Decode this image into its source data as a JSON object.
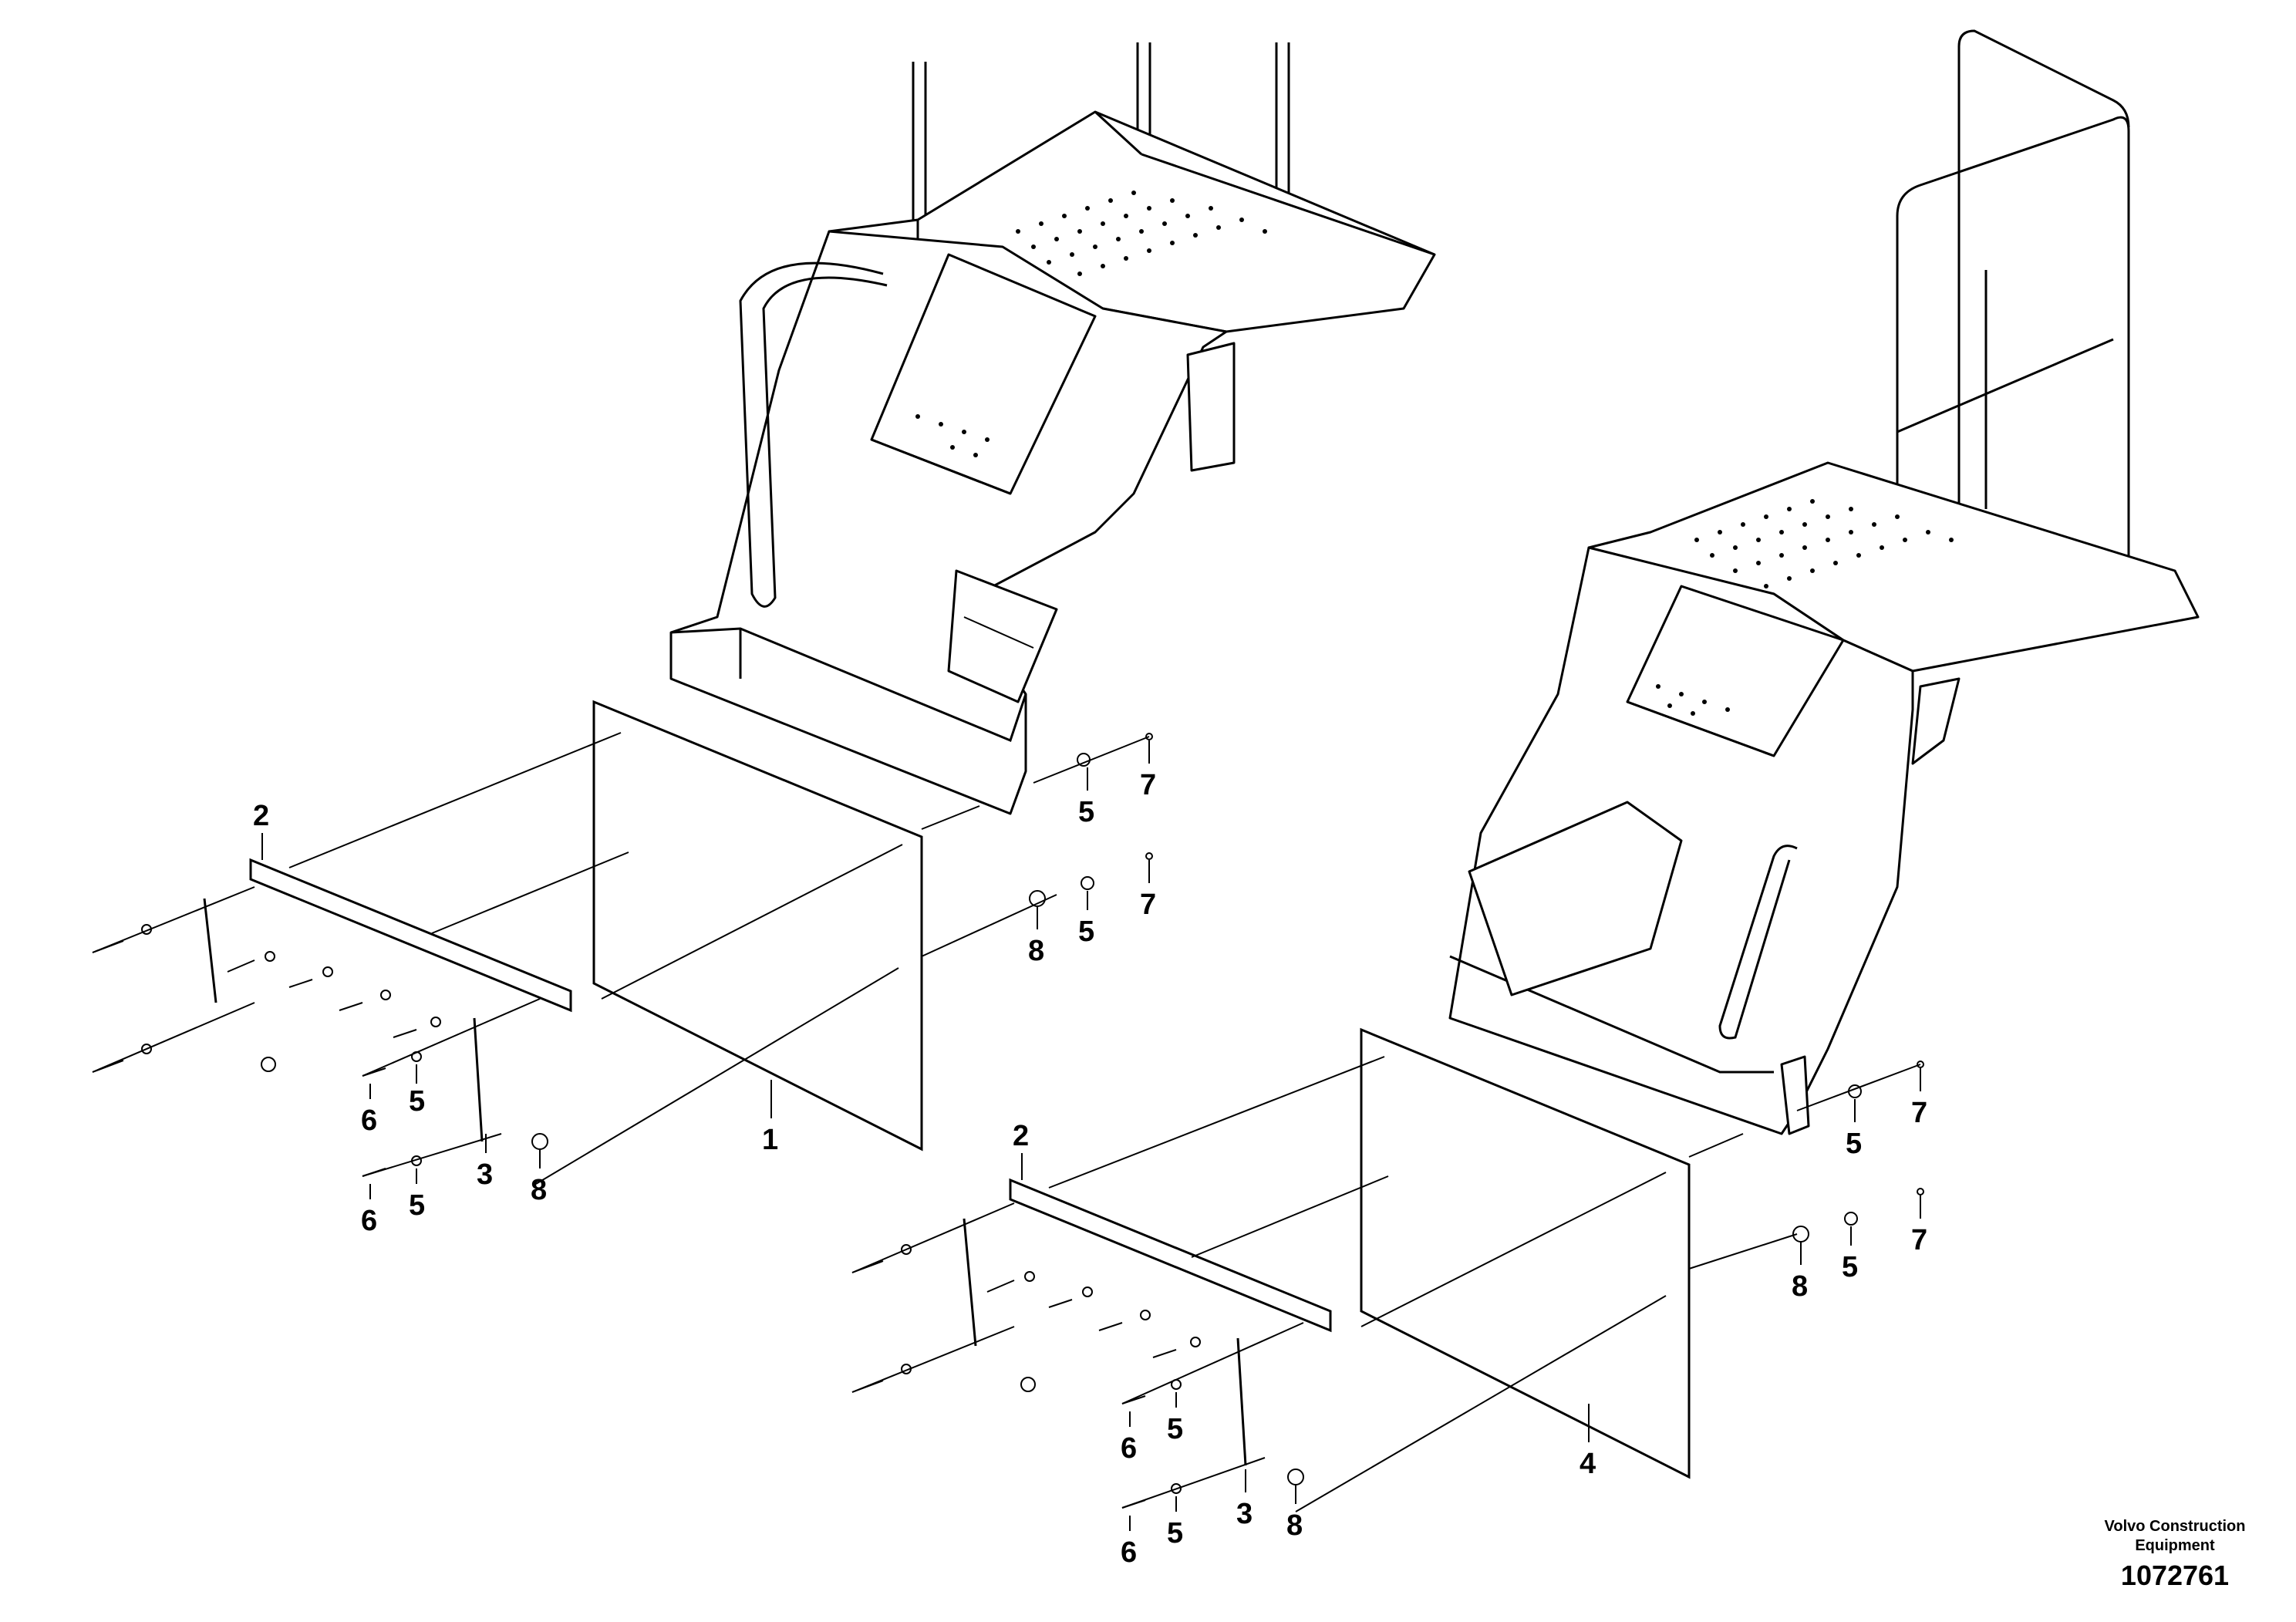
{
  "callouts": {
    "left": {
      "n1": "1",
      "n2": "2",
      "n3": "3",
      "n5a": "5",
      "n5b": "5",
      "n5c": "5",
      "n5d": "5",
      "n6a": "6",
      "n6b": "6",
      "n7a": "7",
      "n7b": "7",
      "n8a": "8",
      "n8b": "8"
    },
    "right": {
      "n2": "2",
      "n3": "3",
      "n4": "4",
      "n5a": "5",
      "n5b": "5",
      "n5c": "5",
      "n5d": "5",
      "n6a": "6",
      "n6b": "6",
      "n7a": "7",
      "n7b": "7",
      "n8a": "8",
      "n8b": "8"
    }
  },
  "credit": {
    "line1": "Volvo Construction",
    "line2": "Equipment",
    "drawing_number": "1072761"
  }
}
